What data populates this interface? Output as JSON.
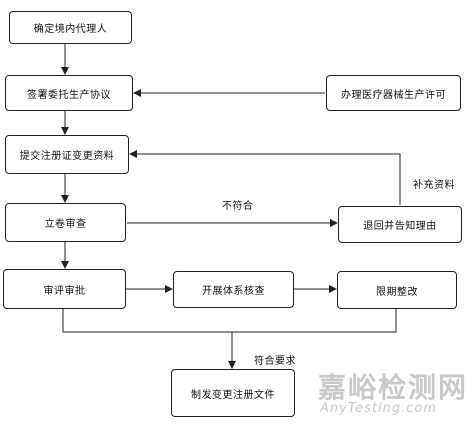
{
  "nodes": {
    "confirm_agent": "确定境内代理人",
    "sign_agreement": "签署委托生产协议",
    "manufacture_license": "办理医疗器械生产许可",
    "submit_materials": "提交注册证变更资料",
    "acceptance_review": "立卷审查",
    "return_notice": "退回并告知理由",
    "technical_review": "审评审批",
    "system_check": "开展体系核查",
    "rectify": "限期整改",
    "issue_document": "制发变更注册文件"
  },
  "edge_labels": {
    "not_compliant": "不符合",
    "supplement": "补充资料",
    "compliant": "符合要求"
  },
  "watermark": {
    "cn": "嘉峪检测网",
    "en": "AnyTesting.com"
  }
}
